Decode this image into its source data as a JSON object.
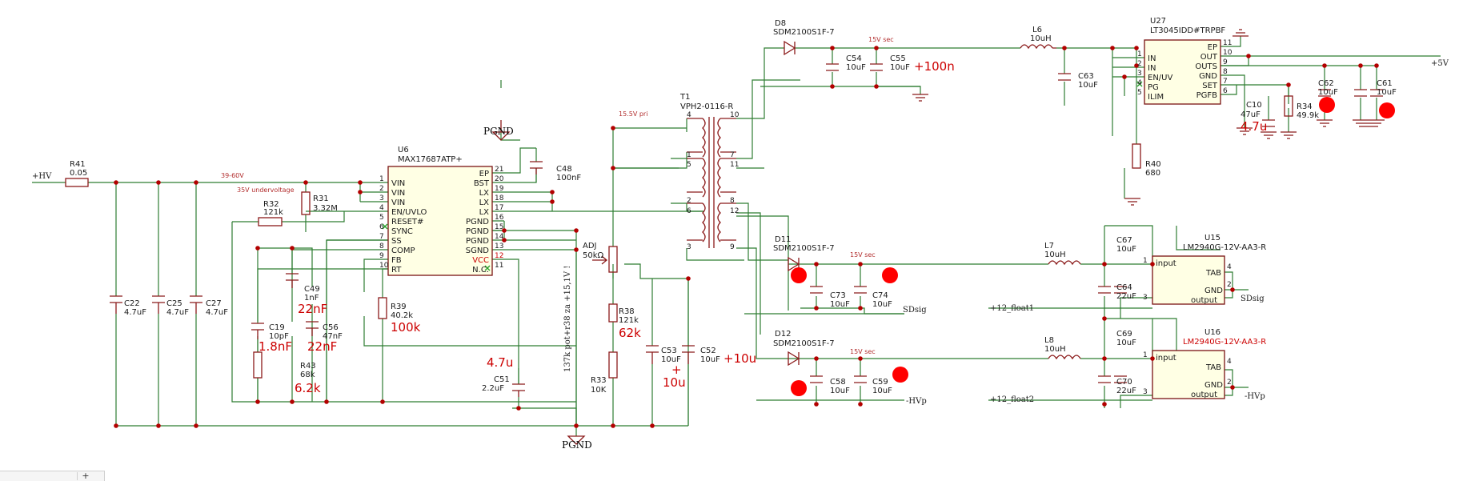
{
  "labels": {
    "hv_in": "+HV",
    "r41_ref": "R41",
    "r41_val": "0.05",
    "range": "39-60V",
    "undervoltage": "35V undervoltage",
    "r31_ref": "R31",
    "r31_val": "3.32M",
    "r32_ref": "R32",
    "r32_val": "121k",
    "c22_ref": "C22",
    "c22_val": "4.7uF",
    "c25_ref": "C25",
    "c25_val": "4.7uF",
    "c27_ref": "C27",
    "c27_val": "4.7uF",
    "c19_ref": "C19",
    "c19_val": "10pF",
    "c19_note": "1.8nF",
    "c49_ref": "C49",
    "c49_val": "1nF",
    "c49_note": "22nF",
    "c56_ref": "C56",
    "c56_val": "47nF",
    "c56_note": "22nF",
    "r43_ref": "R43",
    "r43_val": "68k",
    "r43_note": "6.2k",
    "r39_ref": "R39",
    "r39_val": "40.2k",
    "r39_note": "100k",
    "u6_ref": "U6",
    "u6_val": "MAX17687ATP+",
    "c48_ref": "C48",
    "c48_val": "100nF",
    "pgnd_top": "PGND",
    "pgnd_bottom": "PGND",
    "c51_ref": "C51",
    "c51_val": "2.2uF",
    "c51_note": "4.7u",
    "adj_ref": "ADJ",
    "adj_val": "50kΩ",
    "vertical_note": "137k pot+r38 za +15,1V !",
    "pri_label": "15.5V pri",
    "r38_ref": "R38",
    "r38_val": "121k",
    "r38_note": "62k",
    "r33_ref": "R33",
    "r33_val": "10K",
    "c53_ref": "C53",
    "c53_val": "10uF",
    "c53_note_plus": "+",
    "c53_note": "10u",
    "c52_ref": "C52",
    "c52_val": "10uF",
    "c52_note": "+10u",
    "t1_ref": "T1",
    "t1_val": "VPH2-0116-R",
    "d8_ref": "D8",
    "d8_val": "SDM2100S1F-7",
    "sec1": "15V sec",
    "c54_ref": "C54",
    "c54_val": "10uF",
    "c55_ref": "C55",
    "c55_val": "10uF",
    "c55_note": "+100n",
    "l6_ref": "L6",
    "l6_val": "10uH",
    "c63_ref": "C63",
    "c63_val": "10uF",
    "u27_ref": "U27",
    "u27_val": "LT3045IDD#TRPBF",
    "r40_ref": "R40",
    "r40_val": "680",
    "c10_ref": "C10",
    "c10_val": "47uF",
    "c10_note": "4.7u",
    "r34_ref": "R34",
    "r34_val": "49.9k",
    "c62_ref": "C62",
    "c62_val": "10uF",
    "c61_ref": "C61",
    "c61_val": "10uF",
    "out_5v": "+5V",
    "d11_ref": "D11",
    "d11_val": "SDM2100S1F-7",
    "sec2": "15V sec",
    "c73_ref": "C73",
    "c73_val": "10uF",
    "c74_ref": "C74",
    "c74_val": "10uF",
    "sdsig": "SDsig",
    "d12_ref": "D12",
    "d12_val": "SDM2100S1F-7",
    "sec3": "15V sec",
    "c58_ref": "C58",
    "c58_val": "10uF",
    "c59_ref": "C59",
    "c59_val": "10uF",
    "hvp": "-HVp",
    "l7_ref": "L7",
    "l7_val": "10uH",
    "l8_ref": "L8",
    "l8_val": "10uH",
    "c67_ref": "C67",
    "c67_val": "10uF",
    "c64_ref": "C64",
    "c64_val": "22uF",
    "c69_ref": "C69",
    "c69_val": "10uF",
    "c70_ref": "C70",
    "c70_val": "22uF",
    "u15_ref": "U15",
    "u15_val": "LM2940G-12V-AA3-R",
    "u16_ref": "U16",
    "u16_val": "LM2940G-12V-AA3-R",
    "float1": "+12_float1",
    "float2": "+12_float2",
    "sdsig2": "SDsig",
    "hvp2": "-HVp"
  },
  "u6_pins_left": [
    {
      "no": "1",
      "name": "VIN"
    },
    {
      "no": "2",
      "name": "VIN"
    },
    {
      "no": "3",
      "name": "VIN"
    },
    {
      "no": "4",
      "name": "EN/UVLO"
    },
    {
      "no": "5",
      "name": "RESET#"
    },
    {
      "no": "6",
      "name": "SYNC"
    },
    {
      "no": "7",
      "name": "SS"
    },
    {
      "no": "8",
      "name": "COMP"
    },
    {
      "no": "9",
      "name": "FB"
    },
    {
      "no": "10",
      "name": "RT"
    }
  ],
  "u6_pins_right": [
    {
      "no": "21",
      "name": "EP"
    },
    {
      "no": "20",
      "name": "BST"
    },
    {
      "no": "19",
      "name": "LX"
    },
    {
      "no": "18",
      "name": "LX"
    },
    {
      "no": "17",
      "name": "LX"
    },
    {
      "no": "16",
      "name": "PGND"
    },
    {
      "no": "15",
      "name": "PGND"
    },
    {
      "no": "14",
      "name": "PGND"
    },
    {
      "no": "13",
      "name": "SGND"
    },
    {
      "no": "12",
      "name": "VCC"
    },
    {
      "no": "11",
      "name": "N.C."
    }
  ],
  "u27_pins_left": [
    {
      "no": "1",
      "name": "IN"
    },
    {
      "no": "2",
      "name": "IN"
    },
    {
      "no": "3",
      "name": "EN/UV"
    },
    {
      "no": "4",
      "name": "PG"
    },
    {
      "no": "5",
      "name": "ILIM"
    }
  ],
  "u27_pins_right": [
    {
      "no": "11",
      "name": "EP"
    },
    {
      "no": "10",
      "name": "OUT"
    },
    {
      "no": "9",
      "name": "OUTS"
    },
    {
      "no": "8",
      "name": "GND"
    },
    {
      "no": "7",
      "name": "SET"
    },
    {
      "no": "6",
      "name": "PGFB"
    }
  ],
  "t1_pins": {
    "p4": "4",
    "p10": "10",
    "p1": "1",
    "p7": "7",
    "p5": "5",
    "p11": "11",
    "p2": "2",
    "p8": "8",
    "p6": "6",
    "p12": "12",
    "p3": "3",
    "p9": "9"
  },
  "ldo_pins": {
    "input_no": "1",
    "input": "input",
    "tab_no": "4",
    "tab": "TAB",
    "gnd_no": "2",
    "gnd": "GND",
    "output_no": "3",
    "output": "output"
  },
  "colors": {
    "wire": "#2e7d32",
    "component": "#8b1a1a",
    "annotation": "#cc0000",
    "junction": "#b30000",
    "background": "#ffffff"
  }
}
